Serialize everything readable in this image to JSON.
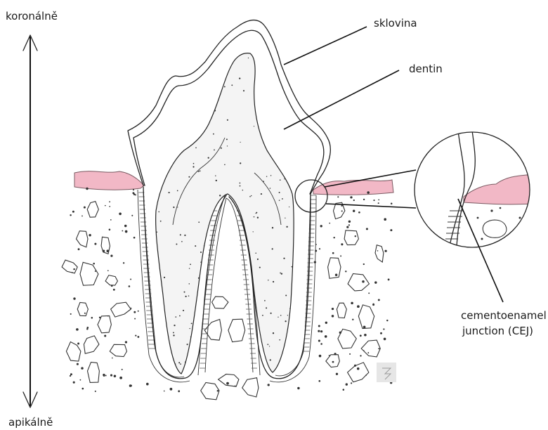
{
  "axis": {
    "top_label": "koronálně",
    "bottom_label": "apikálně"
  },
  "labels": {
    "enamel": "sklovina",
    "dentin": "dentin",
    "cej_line1": "cementoenamel",
    "cej_line2": "junction (CEJ)"
  },
  "colors": {
    "gingiva": "#f2b8c6",
    "ink": "#222222",
    "background": "#ffffff"
  }
}
